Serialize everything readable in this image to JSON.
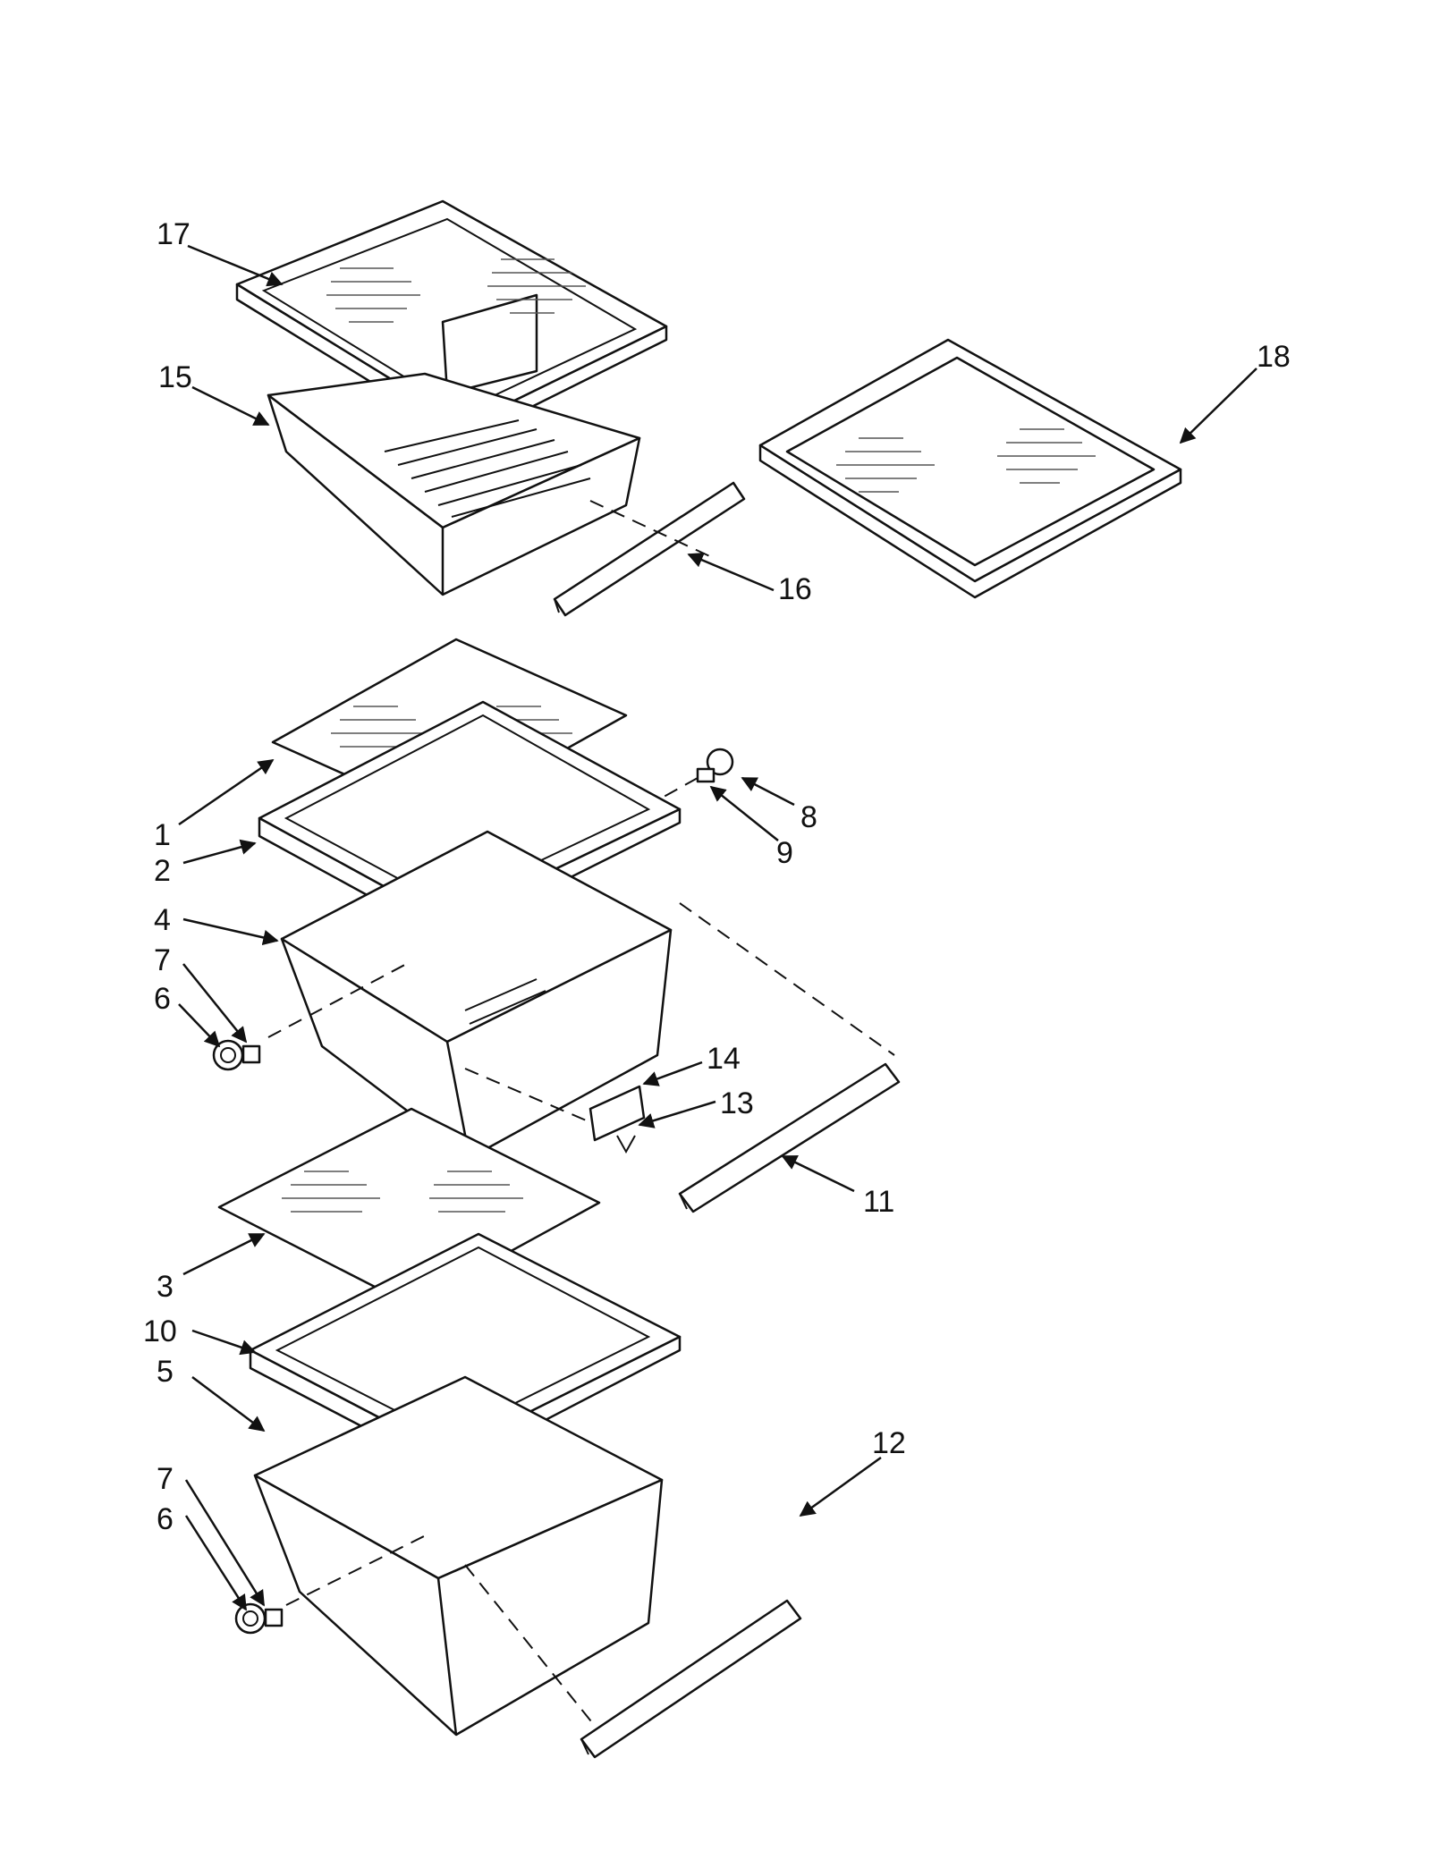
{
  "callouts": [
    {
      "id": "1",
      "label": "1"
    },
    {
      "id": "2",
      "label": "2"
    },
    {
      "id": "3",
      "label": "3"
    },
    {
      "id": "4",
      "label": "4"
    },
    {
      "id": "5",
      "label": "5"
    },
    {
      "id": "6a",
      "label": "6"
    },
    {
      "id": "6b",
      "label": "6"
    },
    {
      "id": "7a",
      "label": "7"
    },
    {
      "id": "7b",
      "label": "7"
    },
    {
      "id": "8",
      "label": "8"
    },
    {
      "id": "9",
      "label": "9"
    },
    {
      "id": "10",
      "label": "10"
    },
    {
      "id": "11",
      "label": "11"
    },
    {
      "id": "12",
      "label": "12"
    },
    {
      "id": "13",
      "label": "13"
    },
    {
      "id": "14",
      "label": "14"
    },
    {
      "id": "15",
      "label": "15"
    },
    {
      "id": "16",
      "label": "16"
    },
    {
      "id": "17",
      "label": "17"
    },
    {
      "id": "18",
      "label": "18"
    }
  ]
}
